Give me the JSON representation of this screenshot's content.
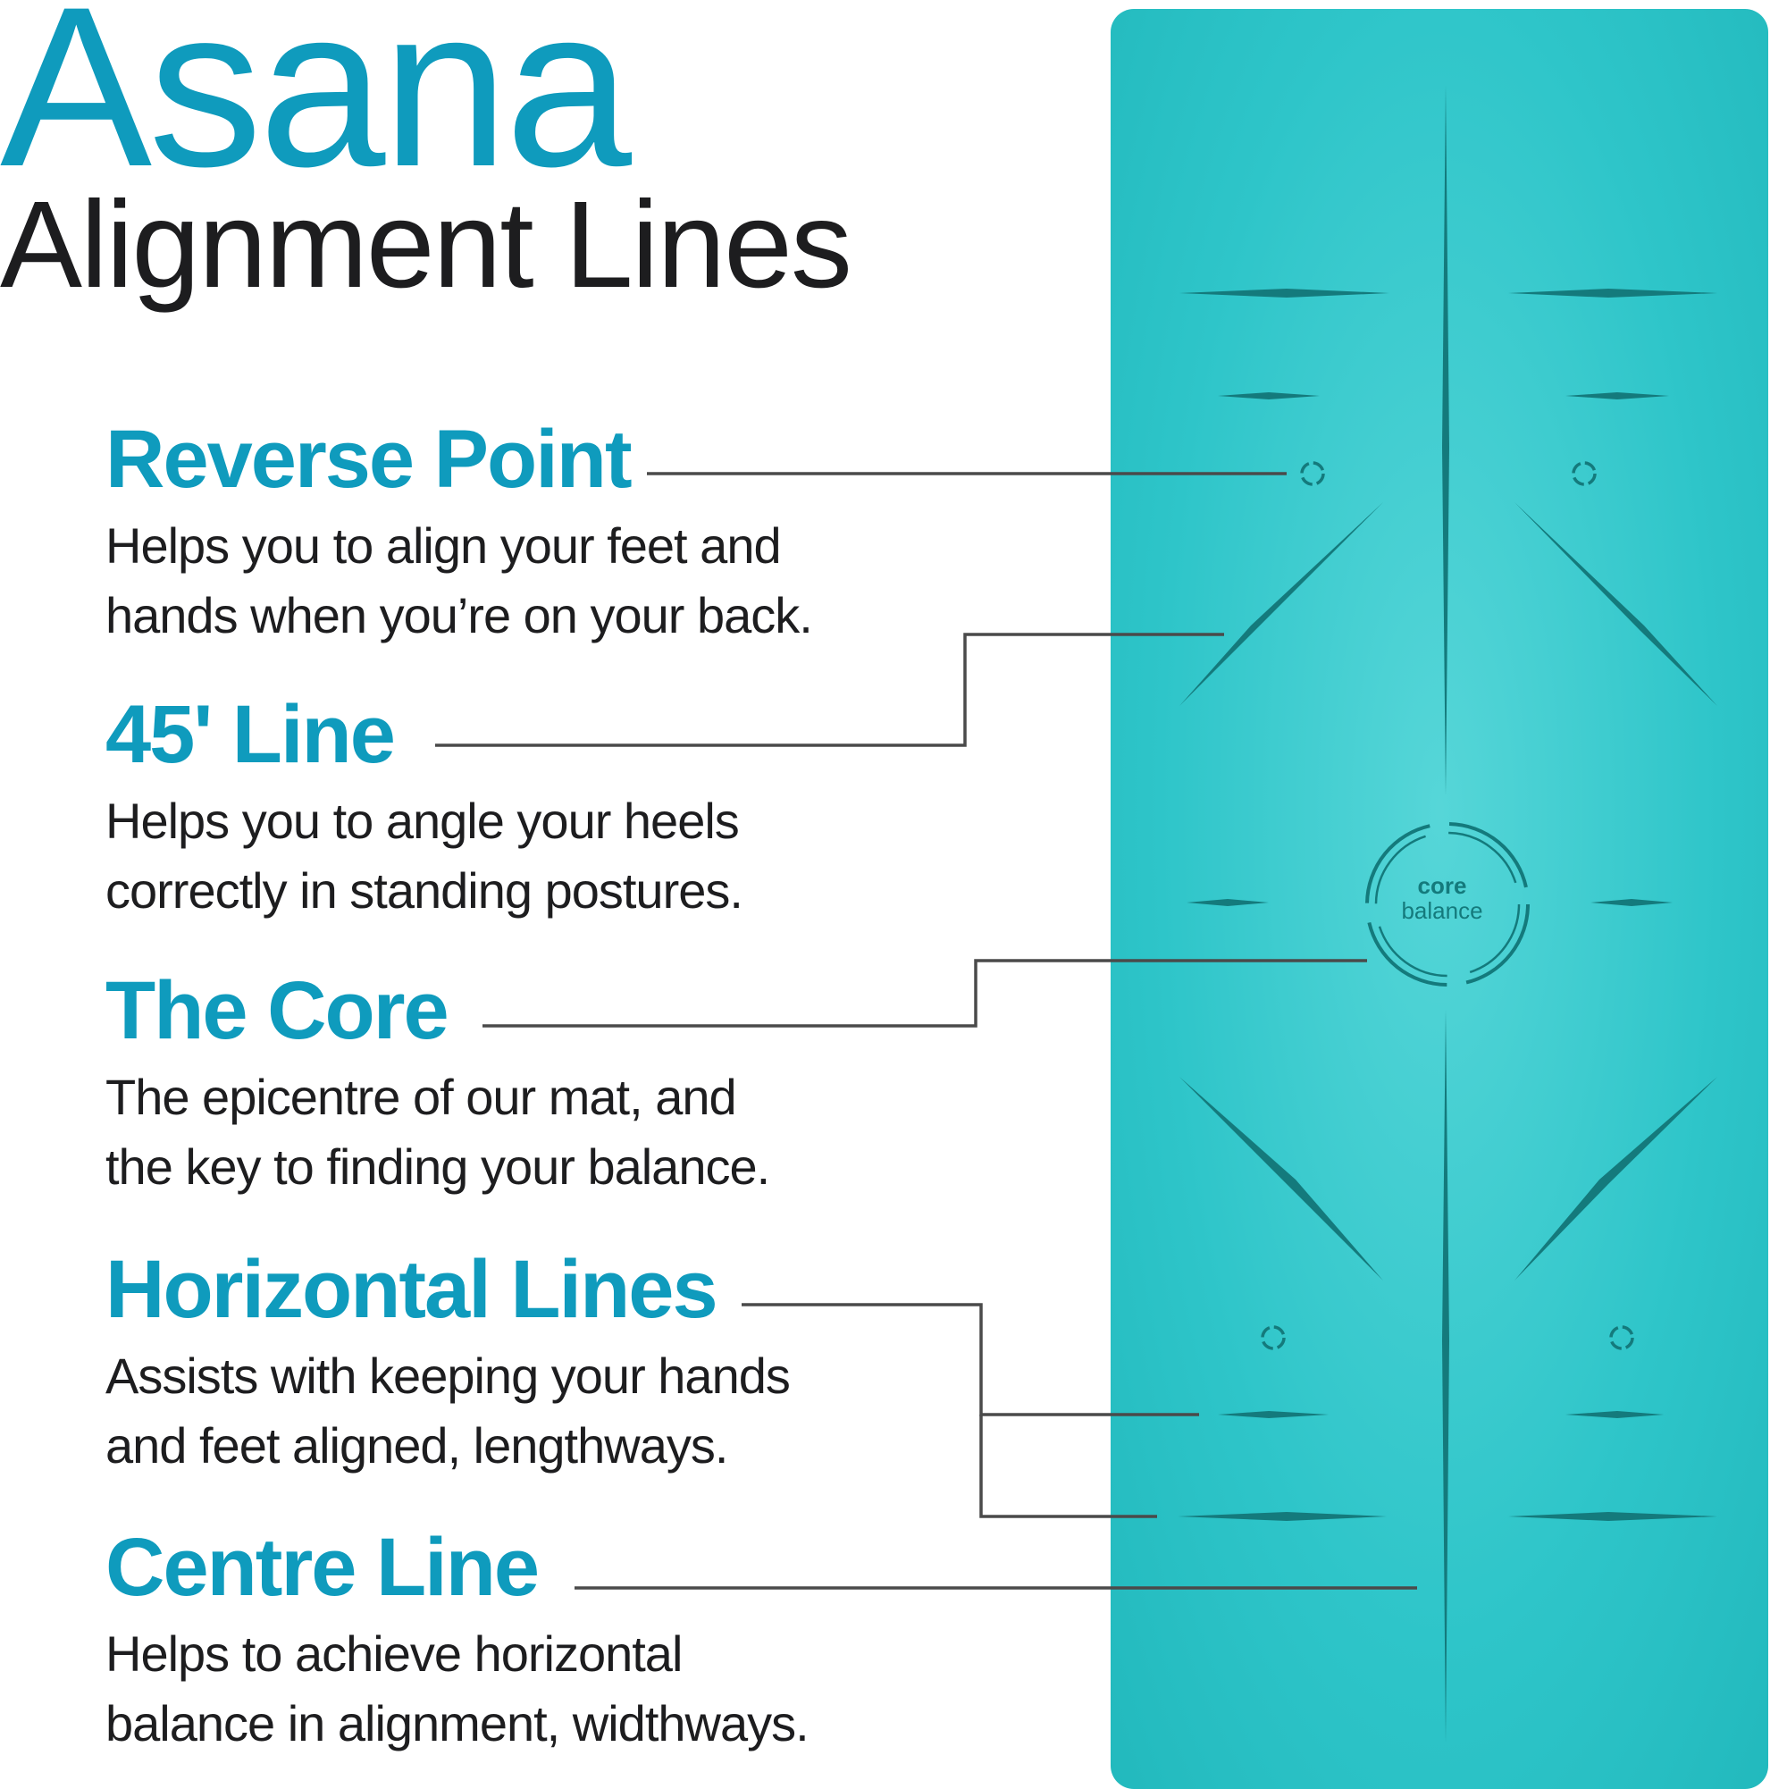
{
  "brand": "Asana",
  "headline": "Alignment Lines",
  "colors": {
    "accent": "#0f9bbd",
    "mat": "#2ec5c9",
    "mat_lines": "#147a7c",
    "leader_line": "#4a4a4a",
    "text": "#1d1d1f"
  },
  "features": [
    {
      "title": "Reverse Point",
      "line1": "Helps you to align your feet and",
      "line2": "hands when you’re on your back."
    },
    {
      "title": "45' Line",
      "line1": "Helps you to angle your heels",
      "line2": "correctly in standing postures."
    },
    {
      "title": "The Core",
      "line1": "The epicentre of our mat, and",
      "line2": "the key to finding your balance."
    },
    {
      "title": "Horizontal Lines",
      "line1": "Assists with keeping your hands",
      "line2": "and feet aligned, lengthways."
    },
    {
      "title": "Centre Line",
      "line1": "Helps to achieve horizontal",
      "line2": "balance in alignment, widthways."
    }
  ],
  "mat_logo": {
    "word1": "core",
    "word2": "balance"
  }
}
